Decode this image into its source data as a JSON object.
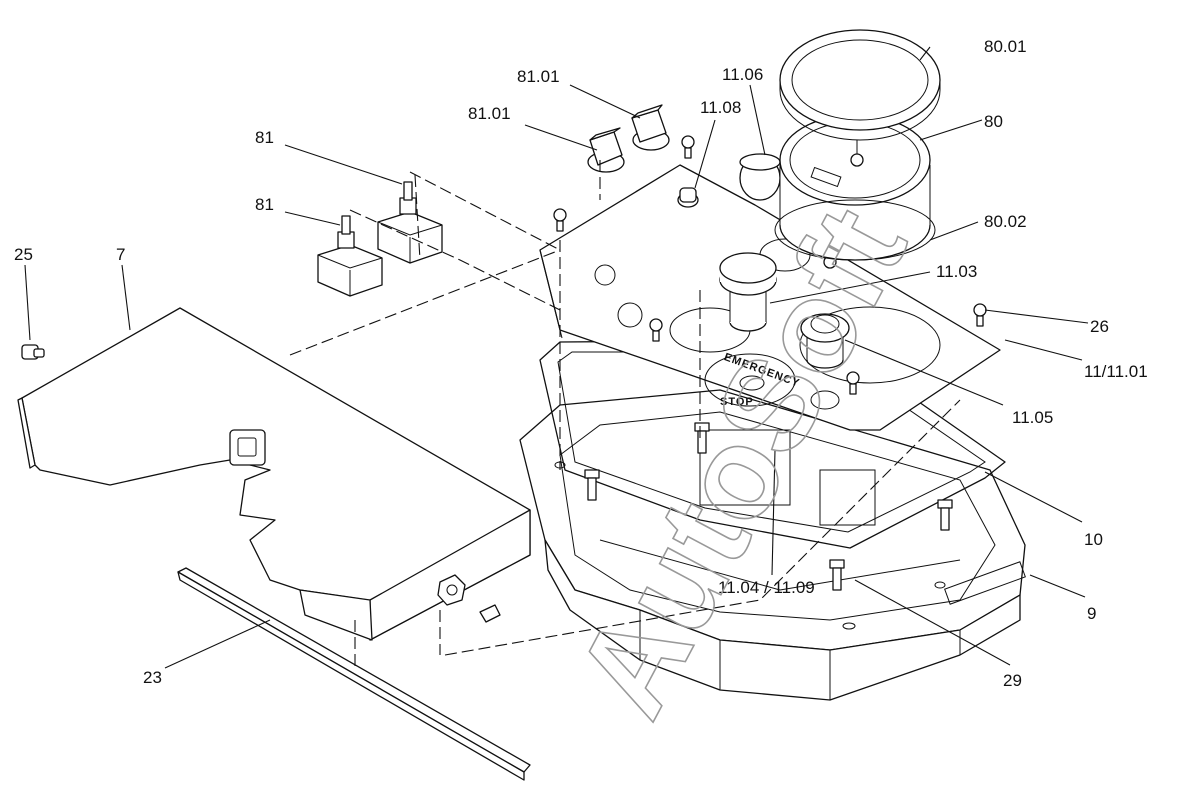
{
  "watermark": "AutoSoft",
  "callouts": [
    {
      "id": "c-80-01",
      "text": "80.01"
    },
    {
      "id": "c-80",
      "text": "80"
    },
    {
      "id": "c-11-06",
      "text": "11.06"
    },
    {
      "id": "c-11-08",
      "text": "11.08"
    },
    {
      "id": "c-81-01-a",
      "text": "81.01"
    },
    {
      "id": "c-81-01-b",
      "text": "81.01"
    },
    {
      "id": "c-81-a",
      "text": "81"
    },
    {
      "id": "c-81-b",
      "text": "81"
    },
    {
      "id": "c-25",
      "text": "25"
    },
    {
      "id": "c-7",
      "text": "7"
    },
    {
      "id": "c-80-02",
      "text": "80.02"
    },
    {
      "id": "c-11-03",
      "text": "11.03"
    },
    {
      "id": "c-26",
      "text": "26"
    },
    {
      "id": "c-11-11-01",
      "text": "11/11.01"
    },
    {
      "id": "c-11-05",
      "text": "11.05"
    },
    {
      "id": "c-10",
      "text": "10"
    },
    {
      "id": "c-11-04-11-09",
      "text": "11.04 / 11.09"
    },
    {
      "id": "c-9",
      "text": "9"
    },
    {
      "id": "c-29",
      "text": "29"
    },
    {
      "id": "c-23",
      "text": "23"
    }
  ],
  "button_print": {
    "line1": "EMERGENCY",
    "line2": "STOP"
  }
}
